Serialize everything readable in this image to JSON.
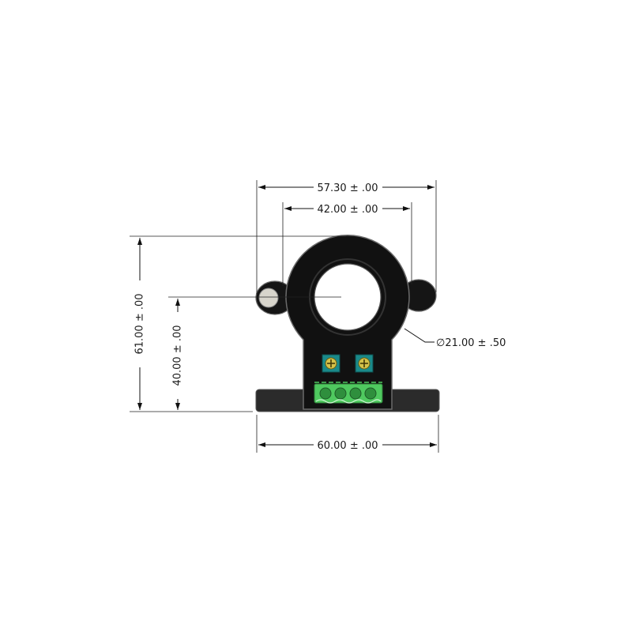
{
  "dimensions": {
    "overall_width_top": "57.30 ± .00",
    "mount_hole_spacing": "42.00 ± .00",
    "overall_height": "61.00 ± .00",
    "hole_center_height": "40.00 ± .00",
    "aperture_diameter": "∅21.00 ± .50",
    "base_width": "60.00 ± .00"
  },
  "colors": {
    "body": "#111111",
    "body_outline": "#6b6b6b",
    "base": "#2b2b2b",
    "terminal_block": "#4fc95f",
    "potentiometer": "#1a8a8a",
    "pot_screw": "#d4c24a",
    "eyelet": "#d8d5cc"
  }
}
